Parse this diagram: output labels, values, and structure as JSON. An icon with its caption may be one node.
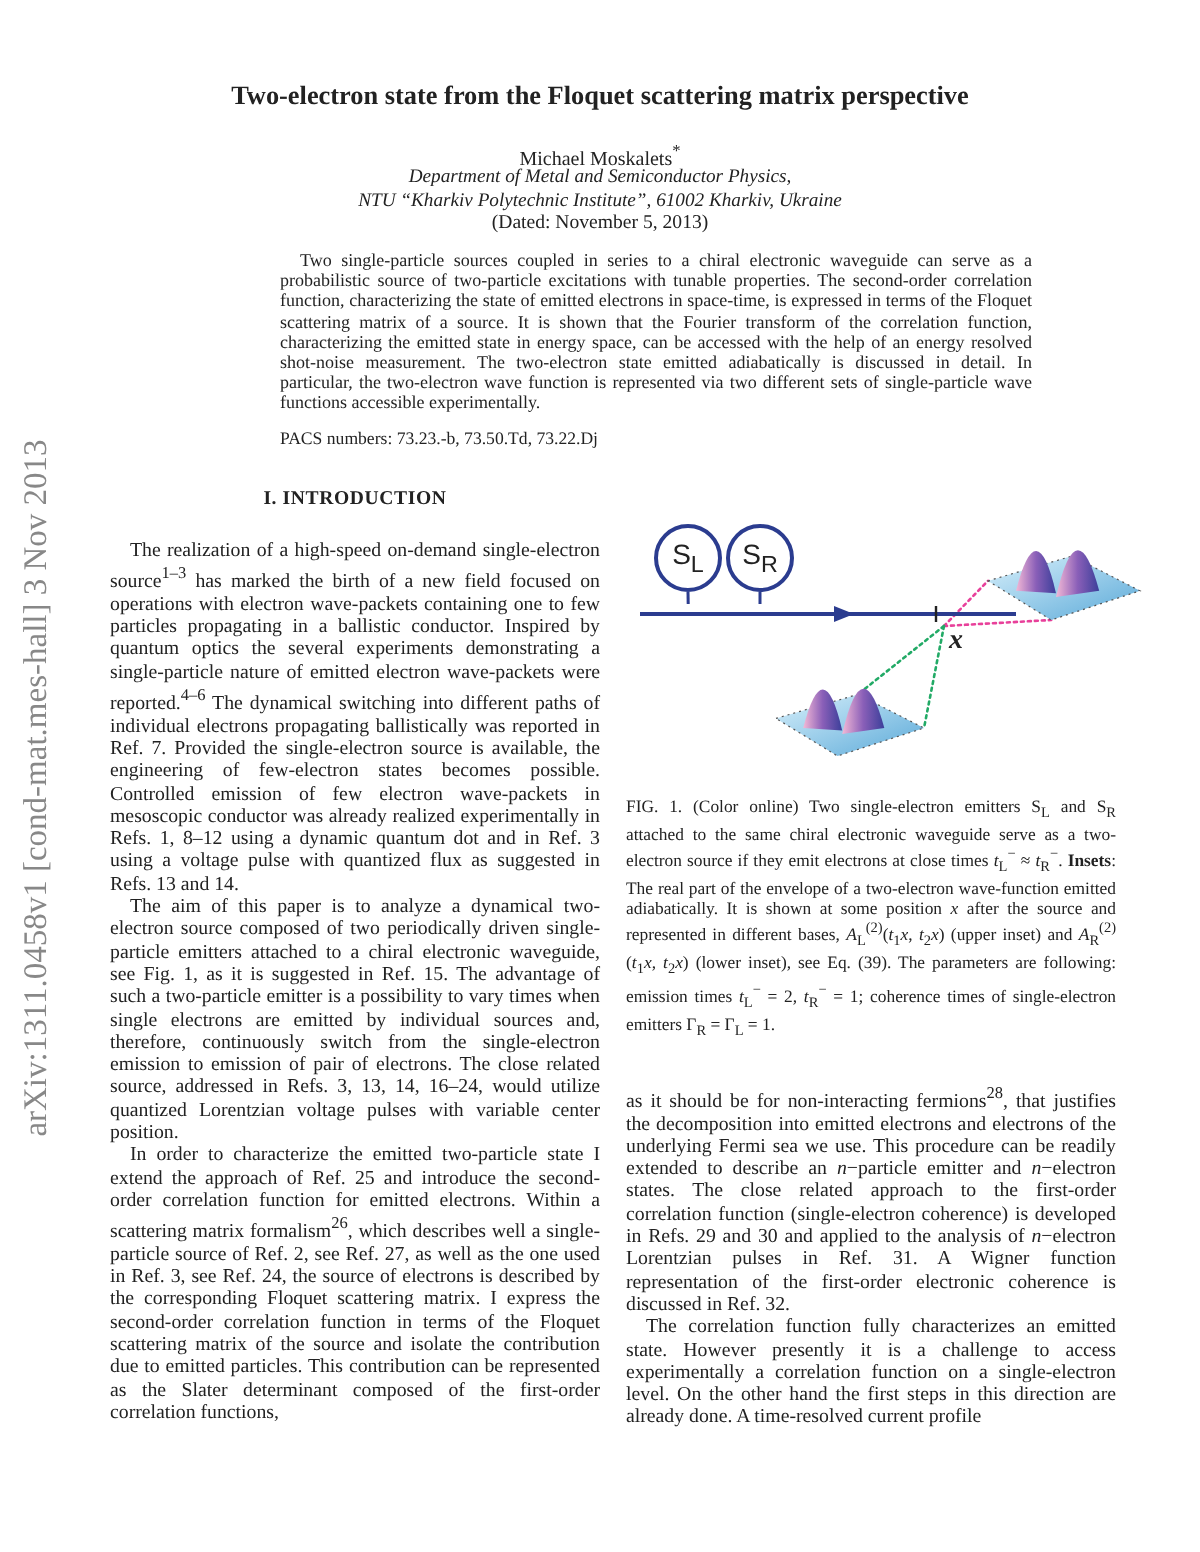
{
  "diagram": {
    "title": "Two-electron state from the Floquet scattering matrix perspective",
    "caption": "FIG. 1. (Color online) Two single-electron emitters S$_{L}$ and S$_{R}$ attached to the same chiral electronic waveguide serve as a two-electron source if they emit electrons at close times *t*$_{L}$$^{−}$ ≈ *t*$_{R}$$^{−}$. **Insets**: The real part of the envelope of a two-electron wave-function emitted adiabatically. It is shown at some position *x* after the source and represented in different bases, *A*$_{L}$$^{(2)}$(*t*$_{1}$*x*, *t*$_{2}$*x*) (upper inset) and *A*$_{R}$$^{(2)}$(*t*$_{1}$*x*, *t*$_{2}$*x*) (lower inset), see Eq. (39). The parameters are following: emission times *t*$_{L}$$^{−}$ = 2, *t*$_{R}$$^{−}$ = 1; coherence times of single-electron emitters Γ$_{R}$ = Γ$_{L}$ = 1.",
    "nodes": [
      {
        "text": [
          "S$_{L}$"
        ]
      },
      {
        "text": [
          "S$_{R}$"
        ]
      },
      {
        "text": [
          "x"
        ]
      },
      {
        "text": [],
        "shape": "picture"
      },
      {
        "text": [],
        "shape": "picture"
      },
      {
        "text": [],
        "shape": "bar"
      }
    ],
    "edges": [
      {
        "from": 0,
        "to": 5,
        "arrow": "none"
      },
      {
        "from": 1,
        "to": 5,
        "arrow": "none"
      },
      {
        "from": 2,
        "to": 3,
        "arrow": "none",
        "style": "dashed",
        "color": "#e8409a"
      },
      {
        "from": 2,
        "to": 3,
        "arrow": "none",
        "style": "dashed",
        "color": "#e8409a"
      },
      {
        "from": 2,
        "to": 4,
        "arrow": "none",
        "style": "dashed",
        "color": "#22aa66"
      },
      {
        "from": 2,
        "to": 4,
        "arrow": "none",
        "style": "dashed",
        "color": "#22aa66"
      }
    ],
    "labels": [
      "Michael Moskalets$^{*}$",
      "Department of Metal and Semiconductor Physics,",
      "NTU “Kharkiv Polytechnic Institute”, 61002 Kharkiv, Ukraine",
      "(Dated: November 5, 2013)",
      "Two single-particle sources coupled in series to a chiral electronic waveguide can serve as a probabilistic source of two-particle excitations with tunable properties. The second-order correlation function, characterizing the state of emitted electrons in space-time, is expressed in terms of the Floquet scattering matrix of a source. It is shown that the Fourier transform of the correlation function, characterizing the emitted state in energy space, can be accessed with the help of an energy resolved shot-noise measurement. The two-electron state emitted adiabatically is discussed in detail. In particular, the two-electron wave function is represented via two different sets of single-particle wave functions accessible experimentally.",
      "PACS numbers: 73.23.-b, 73.50.Td, 73.22.Dj",
      "I. INTRODUCTION",
      "The realization of a high-speed on-demand single-electron source$^{1–3}$ has marked the birth of a new field focused on operations with electron wave-packets containing one to few particles propagating in a ballistic conductor. Inspired by quantum optics the several experiments demonstrating a single-particle nature of emitted electron wave-packets were reported.$^{4–6}$ The dynamical switching into different paths of individual electrons propagating ballistically was reported in Ref. 7. Provided the single-electron source is available, the engineering of few-electron states becomes possible. Controlled emission of few electron wave-packets in mesoscopic conductor was already realized experimentally in Refs. 1, 8–12 using a dynamic quantum dot and in Ref. 3 using a voltage pulse with quantized flux as suggested in Refs. 13 and 14.",
      "The aim of this paper is to analyze a dynamical two-electron source composed of two periodically driven single-particle emitters attached to a chiral electronic waveguide, see Fig. 1, as it is suggested in Ref. 15. The advantage of such a two-particle emitter is a possibility to vary times when single electrons are emitted by individual sources and, therefore, continuously switch from the single-electron emission to emission of pair of electrons. The close related source, addressed in Refs. 3, 13, 14, 16–24, would utilize quantized Lorentzian voltage pulses with variable center position.",
      "In order to characterize the emitted two-particle state I extend the approach of Ref. 25 and introduce the second-order correlation function for emitted electrons. Within a scattering matrix formalism$^{26}$, which describes well a single-particle source of Ref. 2, see Ref. 27, as well as the one used in Ref. 3, see Ref. 24, the source of electrons is described by the corresponding Floquet scattering matrix. I express the second-order correlation function in terms of the Floquet scattering matrix of the source and isolate the contribution due to emitted particles. This contribution can be represented as the Slater determinant composed of the first-order correlation functions,",
      "as it should be for non-interacting fermions$^{28}$, that justifies the decomposition into emitted electrons and electrons of the underlying Fermi sea we use. This procedure can be readily extended to describe an *n*−particle emitter and *n*−electron states. The close related approach to the first-order correlation function (single-electron coherence) is developed in Refs. 29 and 30 and applied to the analysis of *n*−electron Lorentzian pulses in Ref. 31. A Wigner function representation of the first-order electronic coherence is discussed in Ref. 32.",
      "The correlation function fully characterizes an emitted state. However presently it is a challenge to access experimentally a correlation function on a single-electron level. On the other hand the first steps in this direction are already done. A time-resolved current profile",
      "arXiv:1311.0458v1 [cond-mat.mes-hall] 3 Nov 2013"
    ]
  }
}
